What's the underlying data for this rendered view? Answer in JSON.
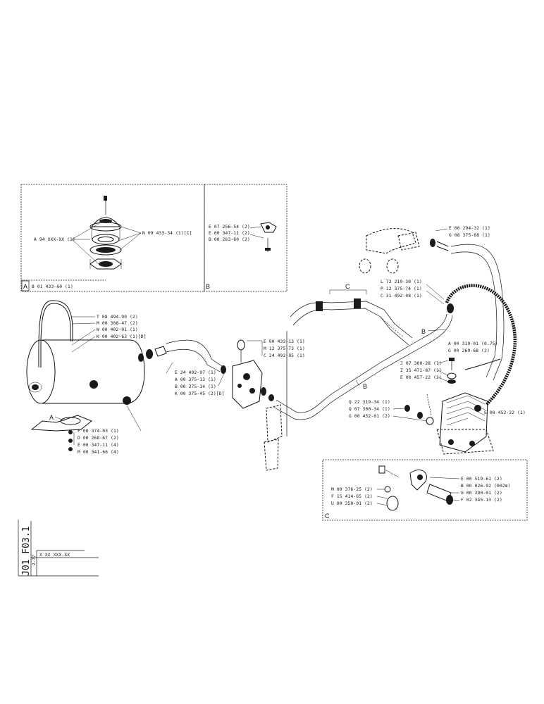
{
  "sections": {
    "a": {
      "marker": "A",
      "ref": "B 01 433-60 (1)",
      "labels": {
        "left": "A 94 XXX-XX (1)",
        "right": "N 09 433-34 (1)[C]"
      }
    },
    "b": {
      "marker": "B",
      "labels": [
        "E 07 256-54 (2)",
        "E 00 347-11 (2)",
        "B 00 263-60 (2)"
      ]
    },
    "c": {
      "marker": "C",
      "labels_left": [
        "M 00 376-25 (2)",
        "F 15 414-65 (2)",
        "U 00 350-01 (2)"
      ],
      "labels_right": [
        "E 00 519-61 (2)",
        "B 00 026-92 (002m)",
        "U 00 390-01 (2)",
        "F 02 345-13 (2)"
      ]
    }
  },
  "tank": {
    "top_labels": [
      "T 08 494-90 (2)",
      "M 00 308-47 (2)",
      "W 00 402-01 (1)",
      "K 00 402-63 (1)[D]"
    ],
    "bottom_labels": [
      "F 00 374-03 (1)",
      "D 00 268-67 (2)",
      "E 00 347-11 (4)",
      "M 00 341-66 (4)"
    ],
    "marker": "A"
  },
  "fittings": {
    "labels": [
      "E 24 492-97 (1)",
      "A 00 375-13 (1)",
      "B 00 375-14 (1)",
      "K 00 375-45 (2)[D]"
    ]
  },
  "valve": {
    "labels": [
      "E 00 433-13 (1)",
      "M 12 375-73 (1)",
      "C 24 492-95 (1)"
    ]
  },
  "pipe_top": {
    "labels": [
      "L 72 219-30 (1)",
      "P 12 375-74 (1)",
      "C 31 492-08 (1)"
    ],
    "markers": [
      "C",
      "B",
      "B"
    ]
  },
  "compressor": {
    "top_labels": [
      "E 00 294-32 (1)",
      "G 08 375-68 (1)"
    ],
    "right_labels": [
      "A 00 319-01 (0.75)",
      "G 00 269-68 (2)"
    ],
    "mid_labels": [
      "J 07 300-28 (1)",
      "Z 35 471-87 (1)",
      "E 00 457-22 (2)"
    ],
    "right_low": "E 00 452-22 (1)",
    "left_labels": [
      "Q 22 319-34 (1)",
      "Q 07 300-34 (1)",
      "G 00 452-01 (2)"
    ]
  },
  "title_block": {
    "code": "J01 F03.1",
    "date": "2-77",
    "part_no": "X XX  XXX-XX"
  }
}
